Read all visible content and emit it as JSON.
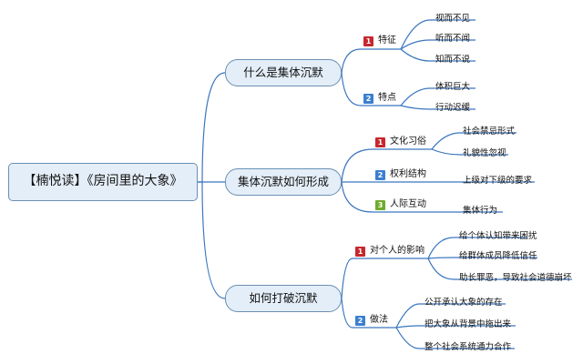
{
  "root": "【楠悦读】《房间里的大象》",
  "branches": [
    {
      "label": "什么是集体沉默",
      "children": [
        {
          "num": "1",
          "label": "特征",
          "leaves": [
            "视而不见",
            "听而不闻",
            "知而不说"
          ]
        },
        {
          "num": "2",
          "label": "特点",
          "leaves": [
            "体积巨大",
            "行动迟缓"
          ]
        }
      ]
    },
    {
      "label": "集体沉默如何形成",
      "children": [
        {
          "num": "1",
          "label": "文化习俗",
          "leaves": [
            "社会禁忌形式",
            "礼貌性忽视"
          ]
        },
        {
          "num": "2",
          "label": "权利结构",
          "leaves": [
            "上级对下级的要求"
          ]
        },
        {
          "num": "3",
          "label": "人际互动",
          "leaves": [
            "集体行为"
          ]
        }
      ]
    },
    {
      "label": "如何打破沉默",
      "children": [
        {
          "num": "1",
          "label": "对个人的影响",
          "leaves": [
            "给个体认知带来困扰",
            "给群体成员降低信任",
            "助长罪恶，导致社会道德崩坏"
          ]
        },
        {
          "num": "2",
          "label": "做法",
          "leaves": [
            "公开承认大象的存在",
            "把大象从背景中拖出来",
            "整个社会系统通力合作"
          ]
        }
      ]
    }
  ],
  "colors": {
    "line": "#3a76c0",
    "badge_1": "#c8272d",
    "badge_2": "#3a7fd1",
    "badge_3": "#6fab2d",
    "node_fill": "#e4eef8",
    "node_border": "#6a8fb2"
  }
}
